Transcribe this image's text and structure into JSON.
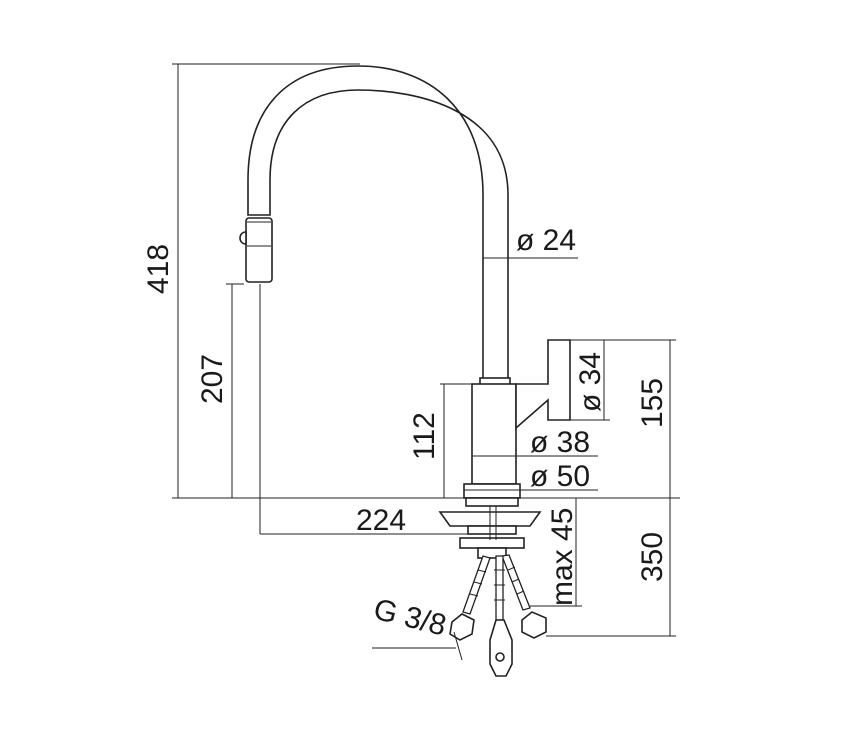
{
  "dimensions": {
    "total_height": "418",
    "spout_height": "207",
    "body_height": "112",
    "handle_height": "155",
    "spout_reach": "224",
    "max_counter_thickness": "max 45",
    "hose_length": "350",
    "spout_diameter": "ø 24",
    "handle_diameter": "ø 34",
    "body_diameter": "ø 38",
    "base_diameter": "ø 50",
    "thread_size": "G 3/8"
  }
}
